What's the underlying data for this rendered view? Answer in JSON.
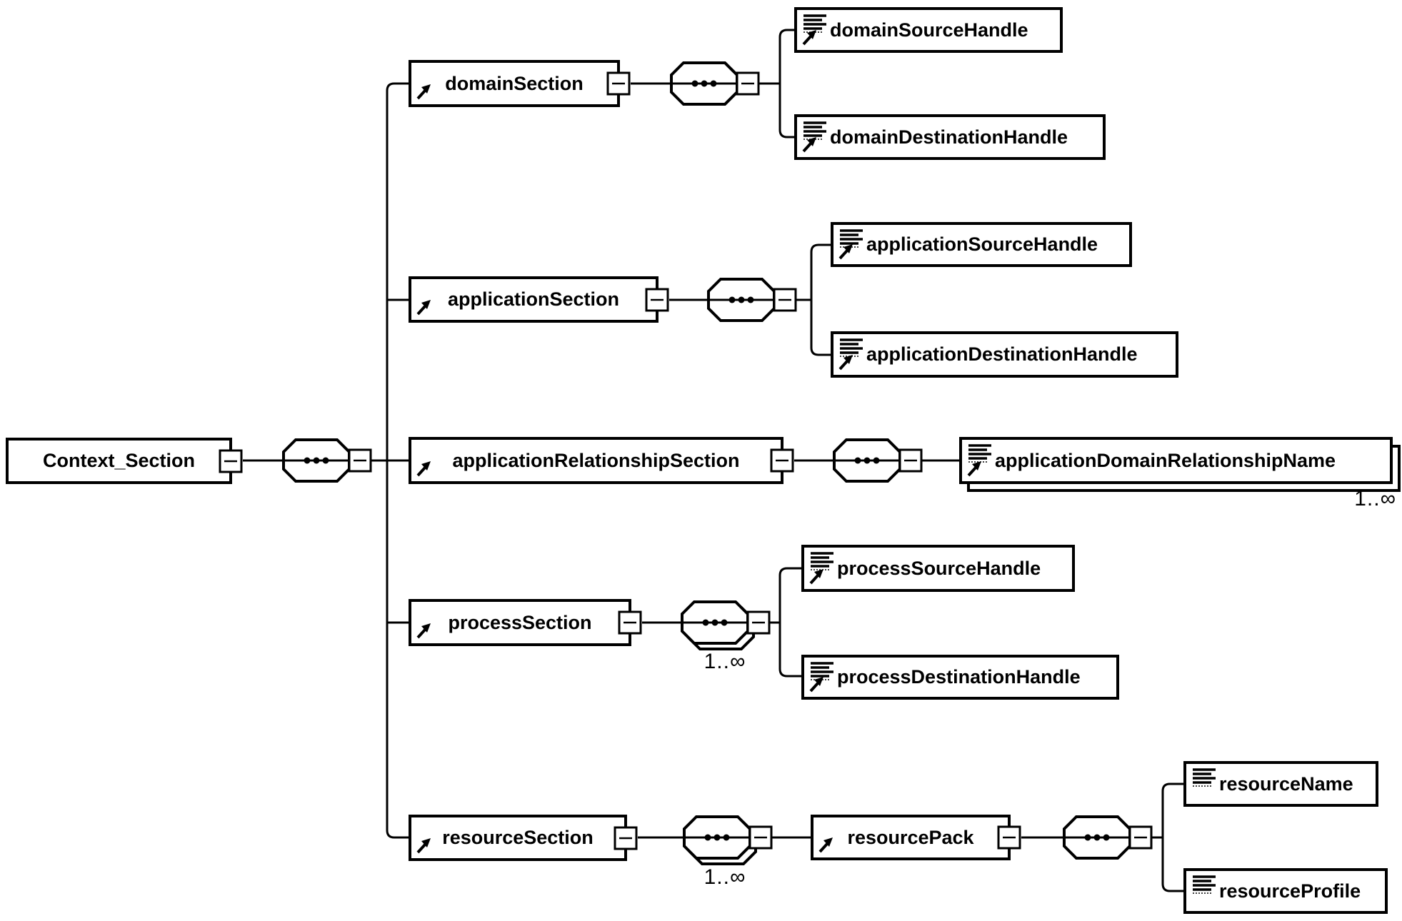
{
  "figure": {
    "type": "xml-schema-content-model-diagram",
    "root": {
      "name": "Context_Section",
      "compositor": "sequence"
    },
    "sections": [
      {
        "name": "domainSection",
        "compositor": "sequence",
        "children": [
          {
            "name": "domainSourceHandle"
          },
          {
            "name": "domainDestinationHandle"
          }
        ]
      },
      {
        "name": "applicationSection",
        "compositor": "sequence",
        "children": [
          {
            "name": "applicationSourceHandle"
          },
          {
            "name": "applicationDestinationHandle"
          }
        ]
      },
      {
        "name": "applicationRelationshipSection",
        "compositor": "sequence",
        "children": [
          {
            "name": "applicationDomainRelationshipName",
            "occurrence": "1..∞"
          }
        ]
      },
      {
        "name": "processSection",
        "compositor": "sequence",
        "compositor_occurrence": "1..∞",
        "children": [
          {
            "name": "processSourceHandle"
          },
          {
            "name": "processDestinationHandle"
          }
        ]
      },
      {
        "name": "resourceSection",
        "compositor": "sequence",
        "compositor_occurrence": "1..∞",
        "children": [
          {
            "name": "resourcePack",
            "compositor": "sequence",
            "children": [
              {
                "name": "resourceName"
              },
              {
                "name": "resourceProfile"
              }
            ]
          }
        ]
      }
    ],
    "colors": {
      "line": "#000000",
      "background": "#ffffff",
      "box_fill": "#ffffff"
    }
  }
}
